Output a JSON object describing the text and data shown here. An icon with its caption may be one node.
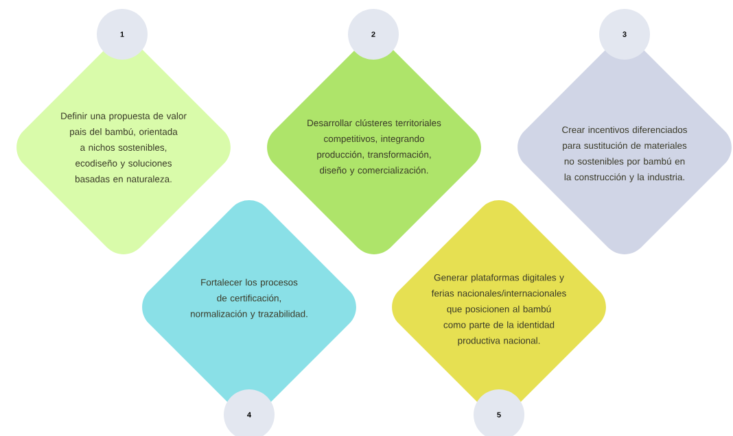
{
  "diagram": {
    "nodes": [
      {
        "text": [
          "1"
        ]
      },
      {
        "text": [
          "2"
        ]
      },
      {
        "text": [
          "3"
        ]
      },
      {
        "text": [
          "Definir una propuesta de valor pais del bambú, orientada a nichos sostenibles, ecodiseño y soluciones basadas en naturaleza."
        ]
      },
      {
        "text": [
          "Desarrollar clústeres territoriales competitivos, integrando producción, transformación, diseño y comercialización."
        ]
      },
      {
        "text": [
          "Crear incentivos diferenciados para sustitución de materiales no sostenibles por bambú en la construcción y la industria."
        ]
      },
      {
        "text": [
          "Fortalecer los procesos de certificación, normalización y trazabilidad."
        ]
      },
      {
        "text": [
          "Generar plataformas digitales y ferias nacionales/internacionales que posicionen al bambú como parte de la identidad productiva nacional."
        ]
      },
      {
        "text": [
          "4"
        ]
      },
      {
        "text": [
          "5"
        ]
      }
    ]
  }
}
